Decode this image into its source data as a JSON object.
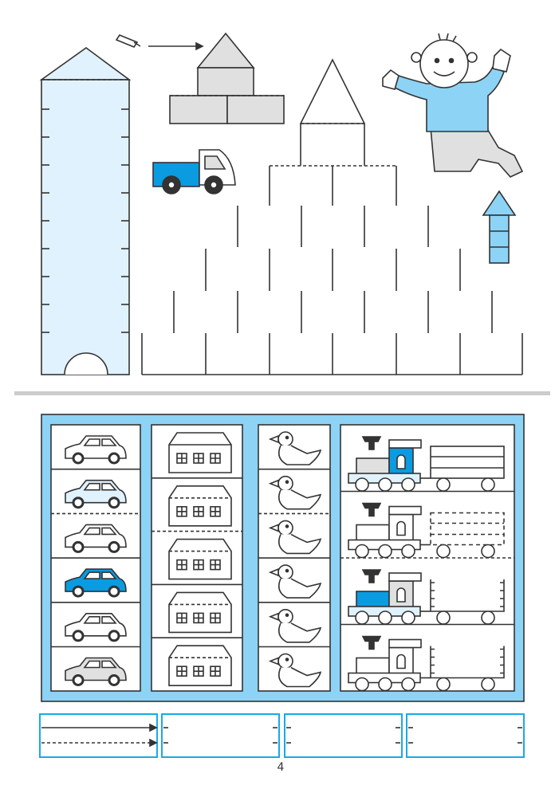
{
  "page_number": "4",
  "colors": {
    "line": "#333333",
    "light_blue": "#e0f2fd",
    "blue": "#0a9be0",
    "panel_blue": "#8dd3f5",
    "gray": "#e0e0e0",
    "frame_blue": "#1aa9e5",
    "divider": "#cccccc"
  },
  "rows": {
    "cars": [
      "outline-gray",
      "light-blue",
      "outline",
      "blue",
      "outline",
      "gray"
    ],
    "houses": 5,
    "ducks": 6,
    "trains": [
      "blue",
      "outline",
      "blue-partial",
      "outline"
    ]
  }
}
